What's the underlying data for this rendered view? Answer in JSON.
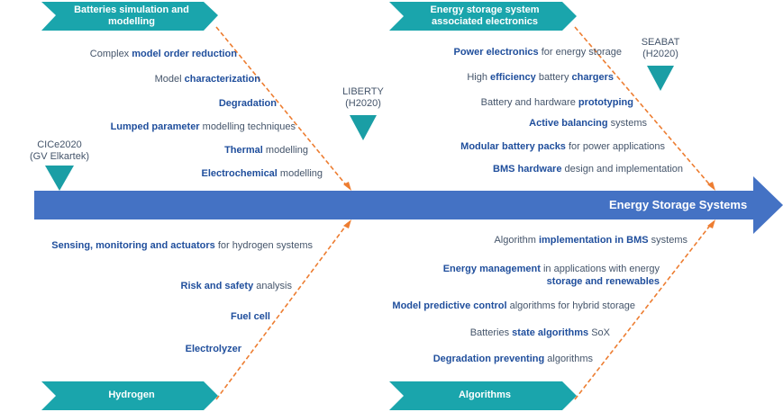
{
  "spine_label": "Energy Storage Systems",
  "categories": {
    "batteries": "Batteries simulation and modelling",
    "energy_storage": "Energy storage system associated electronics",
    "hydrogen": "Hydrogen",
    "algorithms": "Algorithms"
  },
  "markers": {
    "cice": "CICe2020 (GV Elkartek)",
    "liberty": "LIBERTY (H2020)",
    "seabat": "SEABAT (H2020)"
  },
  "batteries_items": [
    {
      "pre": "Complex ",
      "bold": "model order reduction",
      "post": ""
    },
    {
      "pre": "Model ",
      "bold": "characterization",
      "post": ""
    },
    {
      "pre": "",
      "bold": "Degradation",
      "post": ""
    },
    {
      "pre": "",
      "bold": "Lumped parameter",
      "post": " modelling techniques"
    },
    {
      "pre": "",
      "bold": "Thermal",
      "post": " modelling"
    },
    {
      "pre": "",
      "bold": "Electrochemical",
      "post": " modelling"
    }
  ],
  "energy_items": [
    {
      "pre": "",
      "bold": "Power electronics",
      "post": " for energy storage"
    },
    {
      "pre": "High ",
      "bold": "efficiency",
      "post": " battery ",
      "bold2": "chargers"
    },
    {
      "pre": "Battery and hardware ",
      "bold": "prototyping",
      "post": ""
    },
    {
      "pre": "",
      "bold": "Active balancing",
      "post": " systems"
    },
    {
      "pre": "",
      "bold": "Modular battery packs",
      "post": " for power applications"
    },
    {
      "pre": "",
      "bold": "BMS hardware",
      "post": " design and implementation"
    }
  ],
  "hydrogen_items": [
    {
      "pre": "",
      "bold": "Sensing, monitoring and actuators",
      "post": " for hydrogen systems"
    },
    {
      "pre": "",
      "bold": "Risk and safety",
      "post": " analysis"
    },
    {
      "pre": "",
      "bold": "Fuel cell",
      "post": ""
    },
    {
      "pre": "",
      "bold": "Electrolyzer",
      "post": ""
    }
  ],
  "algorithms_items": [
    {
      "pre": "Algorithm ",
      "bold": "implementation in BMS",
      "post": " systems"
    },
    {
      "pre": "",
      "bold": "Energy management",
      "post": " in applications with energy"
    },
    {
      "pre": "",
      "bold": "storage and renewables",
      "post": ""
    },
    {
      "pre": "",
      "bold": "Model predictive control",
      "post": " algorithms for hybrid storage"
    },
    {
      "pre": "Batteries ",
      "bold": "state algorithms",
      "post": " SoX"
    },
    {
      "pre": "",
      "bold": "Degradation preventing",
      "post": " algorithms"
    }
  ],
  "colors": {
    "spine": "#4472c4",
    "category_box": "#1aa5ac",
    "marker": "#1a9ea5",
    "bone": "#ed7d31",
    "bold_text": "#1f4e9c",
    "plain_text": "#44546a"
  }
}
